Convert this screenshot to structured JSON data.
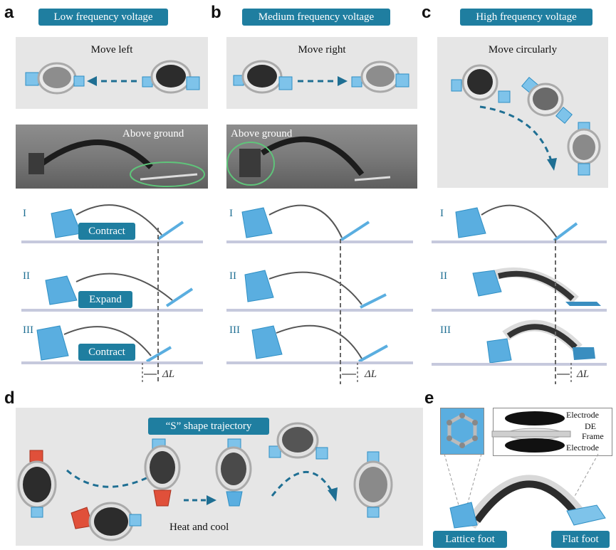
{
  "panels": {
    "a": {
      "letter": "a",
      "tag": "Low frequency voltage",
      "motion": "Move left",
      "photo_caption": "Above ground",
      "steps": [
        {
          "numeral": "I",
          "label": "Contract"
        },
        {
          "numeral": "II",
          "label": "Expand"
        },
        {
          "numeral": "III",
          "label": "Contract"
        }
      ],
      "delta": "ΔL"
    },
    "b": {
      "letter": "b",
      "tag": "Medium frequency voltage",
      "motion": "Move right",
      "photo_caption": "Above ground",
      "steps": [
        {
          "numeral": "I"
        },
        {
          "numeral": "II"
        },
        {
          "numeral": "III"
        }
      ],
      "delta": "ΔL"
    },
    "c": {
      "letter": "c",
      "tag": "High frequency voltage",
      "motion": "Move circularly",
      "steps": [
        {
          "numeral": "I"
        },
        {
          "numeral": "II"
        },
        {
          "numeral": "III"
        }
      ],
      "delta": "ΔL"
    },
    "d": {
      "letter": "d",
      "tag": "“S” shape trajectory",
      "note": "Heat and cool"
    },
    "e": {
      "letter": "e",
      "layers": [
        "Electrode",
        "DE",
        "Frame",
        "Electrode"
      ],
      "left_foot": "Lattice foot",
      "right_foot": "Flat foot"
    }
  },
  "colors": {
    "accent": "#1f7ea0",
    "foot_blue": "#5aaee0",
    "foot_red": "#e0503a",
    "ground": "#c6c9dd",
    "box_gray": "#e6e6e6"
  }
}
